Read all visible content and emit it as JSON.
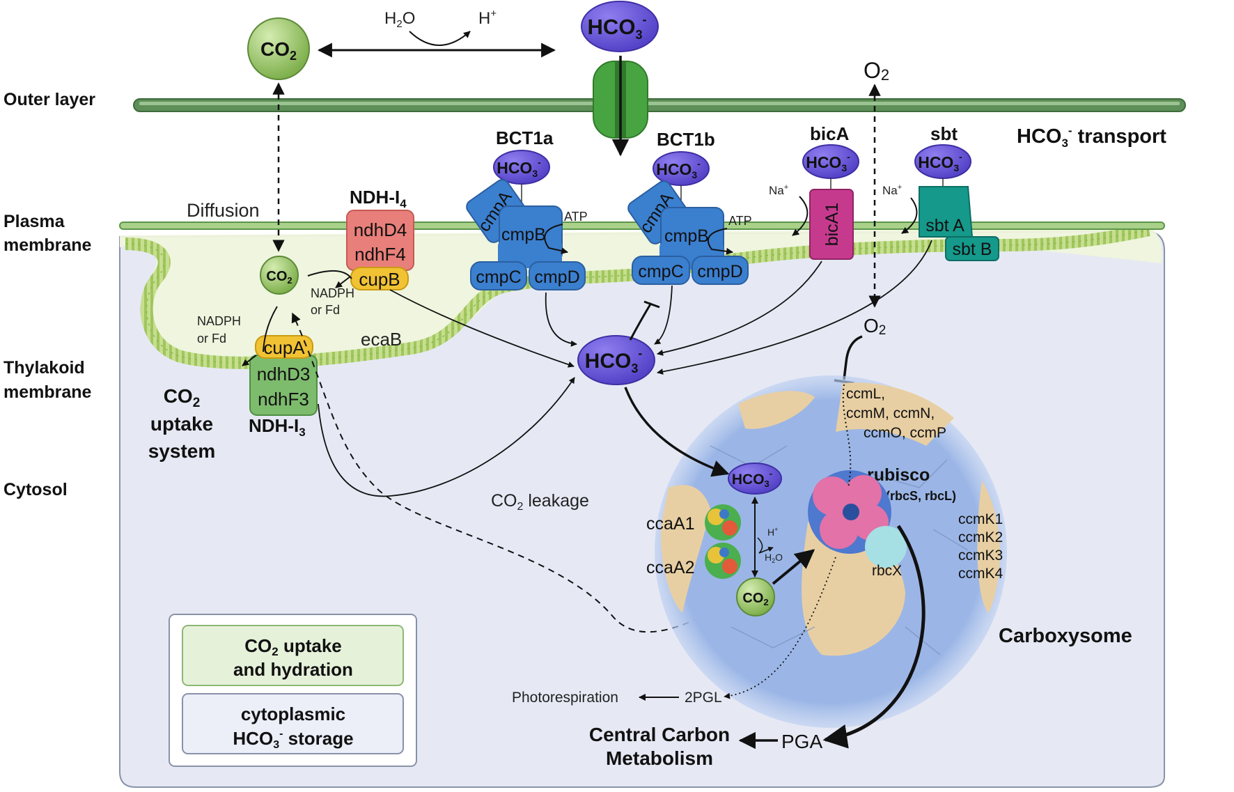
{
  "regions": {
    "outer_layer": "Outer layer",
    "plasma_1": "Plasma",
    "plasma_2": "membrane",
    "thylakoid_1": "Thylakoid",
    "thylakoid_2": "membrane",
    "cytosol": "Cytosol"
  },
  "top": {
    "co2": "CO",
    "h2o": "H",
    "h2o_o": "O",
    "hplus": "H",
    "hco3": "HCO",
    "o2": "O"
  },
  "transport": {
    "title": "HCO",
    "title_rest": " transport",
    "bct1a": "BCT1a",
    "bct1b": "BCT1b",
    "bica": "bicA",
    "sbt": "sbt",
    "hco3": "HCO",
    "cmpA": "cmpA",
    "cmpB": "cmpB",
    "cmpC": "cmpC",
    "cmpD": "cmpD",
    "atp": "ATP",
    "na": "Na",
    "bicA1": "bicA1",
    "sbtA": "sbt A",
    "sbtB": "sbt B"
  },
  "uptake": {
    "diffusion": "Diffusion",
    "ndh4": "NDH-I",
    "ndh4_sub": "4",
    "ndhD4": "ndhD4",
    "ndhF4": "ndhF4",
    "cupB": "cupB",
    "co2": "CO",
    "nadph": "NADPH",
    "orfd": "or Fd",
    "cupA": "cupA",
    "ndhD3": "ndhD3",
    "ndhF3": "ndhF3",
    "ndh3": "NDH-I",
    "ndh3_sub": "3",
    "ecaB": "ecaB",
    "sys_1": "CO",
    "sys_2": "uptake",
    "sys_3": "system"
  },
  "cytosol": {
    "hco3": "HCO",
    "o2": "O",
    "leakage": "CO",
    "leakage_rest": " leakage"
  },
  "carboxysome": {
    "title": "Carboxysome",
    "shell1": "ccmL,",
    "shell2": "ccmM, ccmN,",
    "shell3": "ccmO, ccmP",
    "rubisco": "rubisco",
    "rubisco_sub": "(rbcS, rbcL)",
    "ccmK1": "ccmK1",
    "ccmK2": "ccmK2",
    "ccmK3": "ccmK3",
    "ccmK4": "ccmK4",
    "ccaA1": "ccaA1",
    "ccaA2": "ccaA2",
    "hco3": "HCO",
    "hplus": "H",
    "h2o": "H",
    "h2o_o": "O",
    "co2": "CO",
    "rbcX": "rbcX"
  },
  "products": {
    "photorespiration": "Photorespiration",
    "pgl": "2PGL",
    "pga": "PGA",
    "ccm1": "Central Carbon",
    "ccm2": "Metabolism"
  },
  "legend": {
    "box1_a": "CO",
    "box1_b": " uptake",
    "box1_c": "and hydration",
    "box2_a": "cytoplasmic",
    "box2_b": "HCO",
    "box2_c": " storage"
  },
  "sup": {
    "minus": "-",
    "plus": "+",
    "two": "2",
    "three": "3"
  },
  "colors": {
    "hco3": "#6c58d8",
    "co2": "#9cc86a",
    "membrane": "#6aa25a",
    "cmp": "#3b7fcf",
    "bica": "#c63a8e",
    "sbt": "#15998b",
    "ndh4": "#e97f7a",
    "cup": "#f1c233",
    "ndh3": "#7dbb6d",
    "cell": "#e6e9f4",
    "shell_blue": "#9bb6e6",
    "shell_tan": "#e8cfa3"
  }
}
